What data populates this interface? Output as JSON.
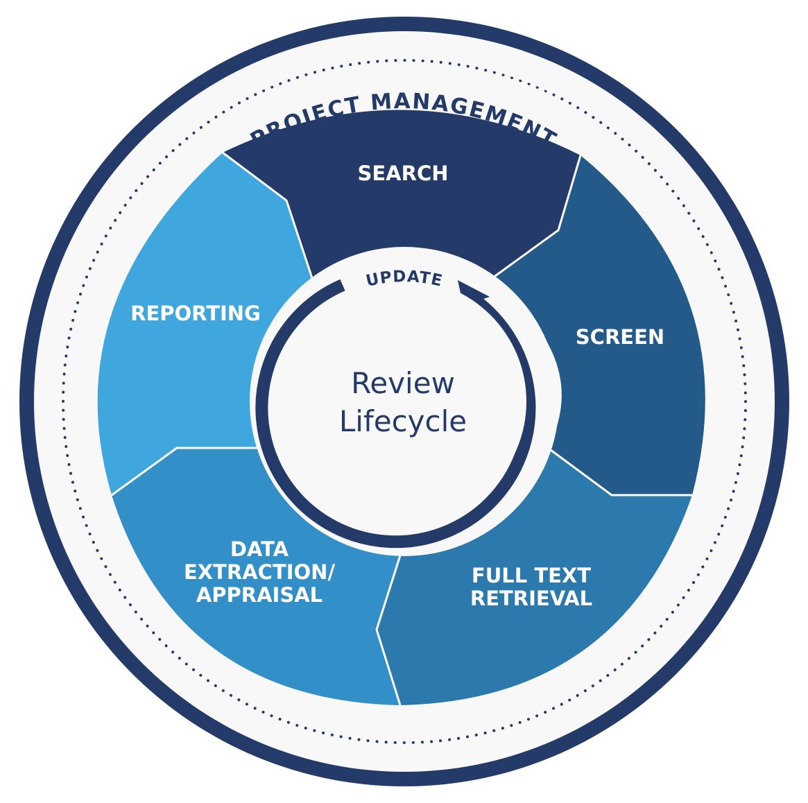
{
  "outer_ring": {
    "label": "PROJECT MANAGEMENT"
  },
  "update_arrow": {
    "label": "UPDATE"
  },
  "center": {
    "title_line1": "Review",
    "title_line2": "Lifecycle"
  },
  "segments": [
    {
      "key": "search",
      "lines": [
        "SEARCH"
      ],
      "color": "#243b69"
    },
    {
      "key": "screen",
      "lines": [
        "SCREEN"
      ],
      "color": "#235a8a"
    },
    {
      "key": "full-text-retrieval",
      "lines": [
        "FULL TEXT",
        "RETRIEVAL"
      ],
      "color": "#2c79ad"
    },
    {
      "key": "data-extraction-appraisal",
      "lines": [
        "DATA",
        "EXTRACTION/",
        "APPRAISAL"
      ],
      "color": "#338fc7"
    },
    {
      "key": "reporting",
      "lines": [
        "REPORTING"
      ],
      "color": "#3fa7dd"
    }
  ],
  "colors": {
    "navy": "#243b69",
    "ring_fill": "#f8f8f8",
    "divider": "#ffffff"
  }
}
